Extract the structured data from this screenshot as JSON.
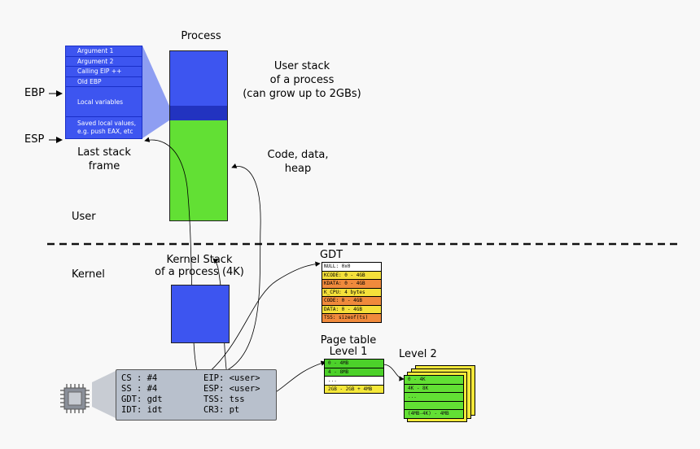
{
  "process_title": "Process",
  "user_stack_label": [
    "User stack",
    "of a process",
    "(can grow up to 2GBs)"
  ],
  "code_label": [
    "Code, data,",
    "heap"
  ],
  "frame": {
    "cells": [
      "Argument 1",
      "Argument 2",
      "Calling EIP ++",
      "Old EBP",
      "Local variables",
      "Saved local values,",
      "e.g. push EAX, etc"
    ],
    "caption": [
      "Last stack",
      "frame"
    ]
  },
  "ebp": "EBP",
  "esp": "ESP",
  "user_label": "User",
  "kernel_label": "Kernel",
  "kernel_stack_label": [
    "Kernel Stack",
    "of a process (4K)"
  ],
  "gdt": {
    "title": "GDT",
    "rows": [
      {
        "text": "NULL: 0x0",
        "color": "#ffffff"
      },
      {
        "text": "KCODE: 0 - 4GB",
        "color": "#f5e03a"
      },
      {
        "text": "KDATA: 0 - 4GB",
        "color": "#f08a3c"
      },
      {
        "text": "K_CPU: 4 bytes",
        "color": "#f5e03a"
      },
      {
        "text": "CODE: 0 - 4GB",
        "color": "#f08a3c"
      },
      {
        "text": "DATA: 0 - 4GB",
        "color": "#f5e03a"
      },
      {
        "text": "TSS: sizeof(ts)",
        "color": "#f08a3c"
      }
    ]
  },
  "page_table": {
    "title": [
      "Page table",
      "Level 1"
    ],
    "rows": [
      {
        "text": "0 - 4MB",
        "color": "#4cd12a"
      },
      {
        "text": "4 - 8MB",
        "color": "#4cd12a"
      },
      {
        "text": "...",
        "color": "#ffffff"
      },
      {
        "text": "2GB - 2GB + 4MB",
        "color": "#f5e83a"
      }
    ]
  },
  "level2": {
    "title": "Level 2",
    "rows": [
      "0 - 4K",
      "4K - 8K",
      "...",
      "",
      "(4MB-4K) - 4MB"
    ]
  },
  "cpu": {
    "left": [
      "CS : #4",
      "SS : #4",
      "GDT: gdt",
      "IDT: idt"
    ],
    "right": [
      "EIP: <user>",
      "ESP: <user>",
      "TSS: tss",
      "CR3: pt"
    ]
  },
  "colors": {
    "blue": "#3d55f0",
    "dark_blue": "#2233c0",
    "green": "#62e034",
    "panel": "#b8c0cc"
  }
}
